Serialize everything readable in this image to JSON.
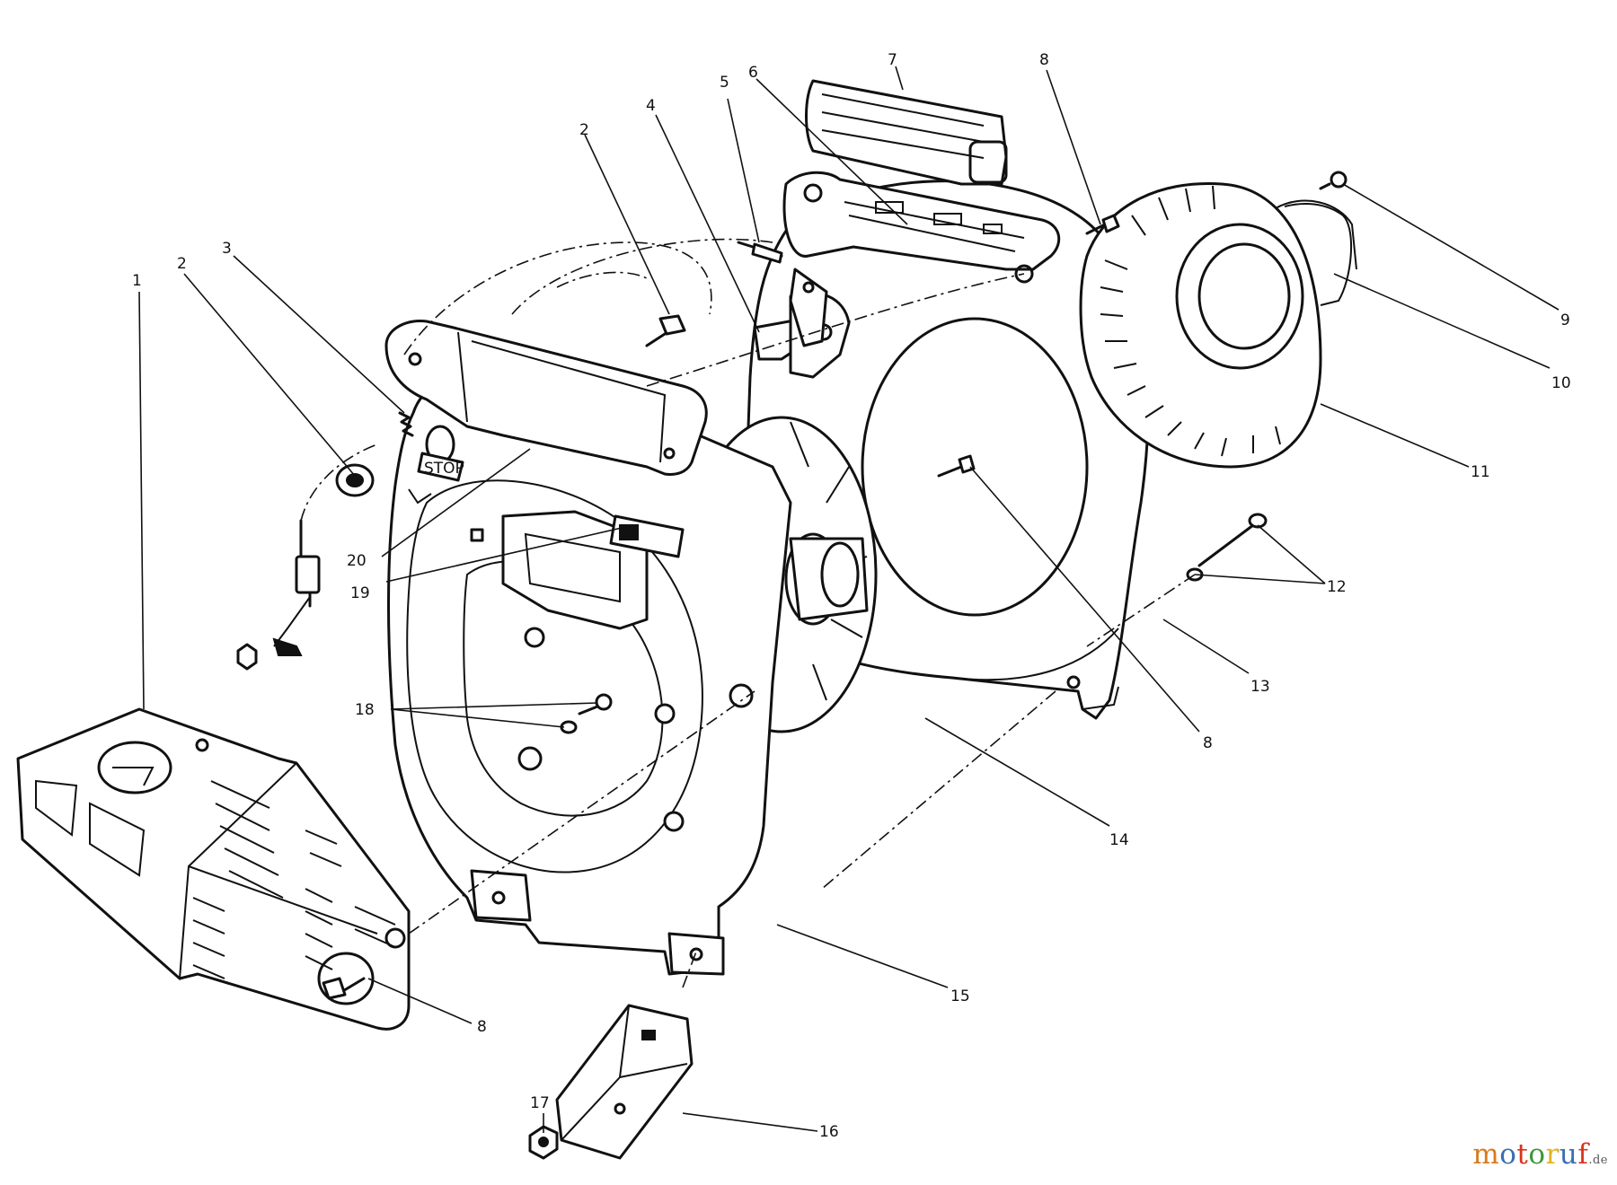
{
  "callouts": [
    {
      "id": "c1",
      "text": "1"
    },
    {
      "id": "c2a",
      "text": "2"
    },
    {
      "id": "c2b",
      "text": "2"
    },
    {
      "id": "c3",
      "text": "3"
    },
    {
      "id": "c4",
      "text": "4"
    },
    {
      "id": "c5",
      "text": "5"
    },
    {
      "id": "c6",
      "text": "6"
    },
    {
      "id": "c7",
      "text": "7"
    },
    {
      "id": "c8a",
      "text": "8"
    },
    {
      "id": "c8b",
      "text": "8"
    },
    {
      "id": "c8c",
      "text": "8"
    },
    {
      "id": "c9",
      "text": "9"
    },
    {
      "id": "c10",
      "text": "10"
    },
    {
      "id": "c11",
      "text": "11"
    },
    {
      "id": "c12",
      "text": "12"
    },
    {
      "id": "c13",
      "text": "13"
    },
    {
      "id": "c14",
      "text": "14"
    },
    {
      "id": "c15",
      "text": "15"
    },
    {
      "id": "c16",
      "text": "16"
    },
    {
      "id": "c17",
      "text": "17"
    },
    {
      "id": "c18",
      "text": "18"
    },
    {
      "id": "c19",
      "text": "19"
    },
    {
      "id": "c20",
      "text": "20"
    }
  ],
  "decal_text": "STOP",
  "watermark": {
    "letters": [
      "m",
      "o",
      "t",
      "o",
      "r",
      "u",
      "f"
    ],
    "colors": [
      "#d97a1c",
      "#3b6db3",
      "#d9331c",
      "#3a9a3a",
      "#e0b31c",
      "#3b6db3",
      "#d9331c"
    ],
    "suffix": ".de"
  }
}
